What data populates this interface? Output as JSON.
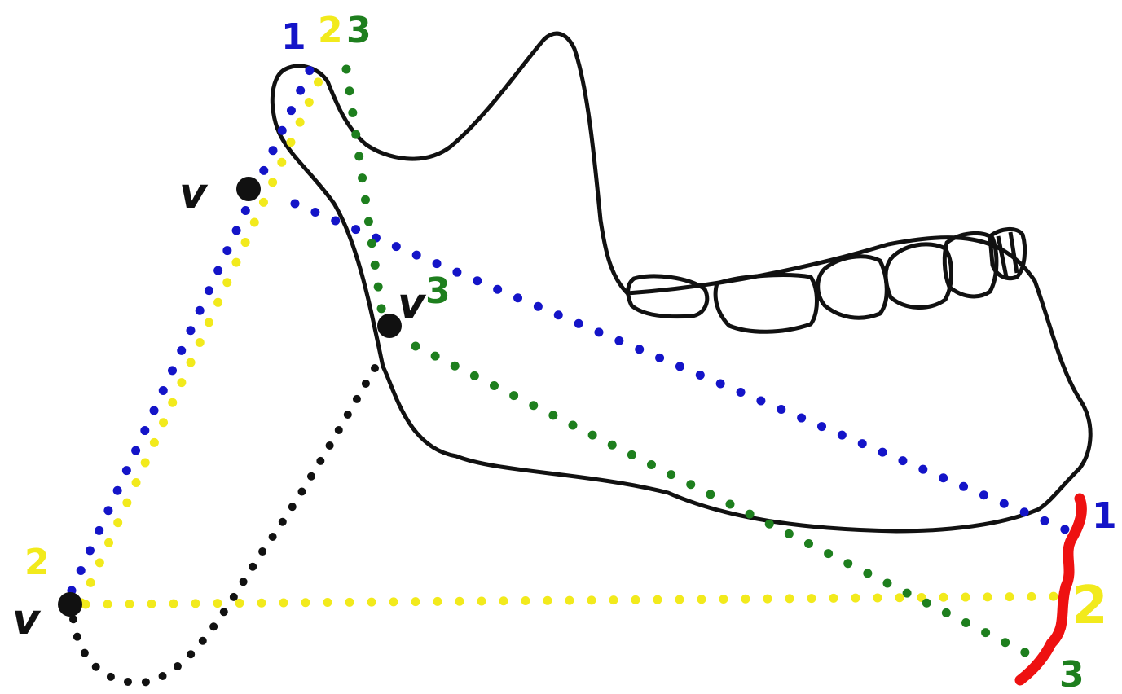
{
  "colors": {
    "outline": "#111111",
    "line1": "#1414c8",
    "line2": "#f2ea1c",
    "line3": "#1e7f1e",
    "curve": "#111111",
    "chin": "#ee1111",
    "background": "#ffffff"
  },
  "labels": {
    "top_1": "1",
    "top_2": "2",
    "top_3": "3",
    "mid_3": "3",
    "left_2": "2",
    "right_1": "1",
    "right_2": "2",
    "right_3": "3",
    "v_upper": "v",
    "v_mid": "v",
    "v_lower": "v"
  },
  "icons": {
    "jaw": "mandible-outline",
    "teeth": "molar-teeth",
    "chin": "chin-mark"
  }
}
